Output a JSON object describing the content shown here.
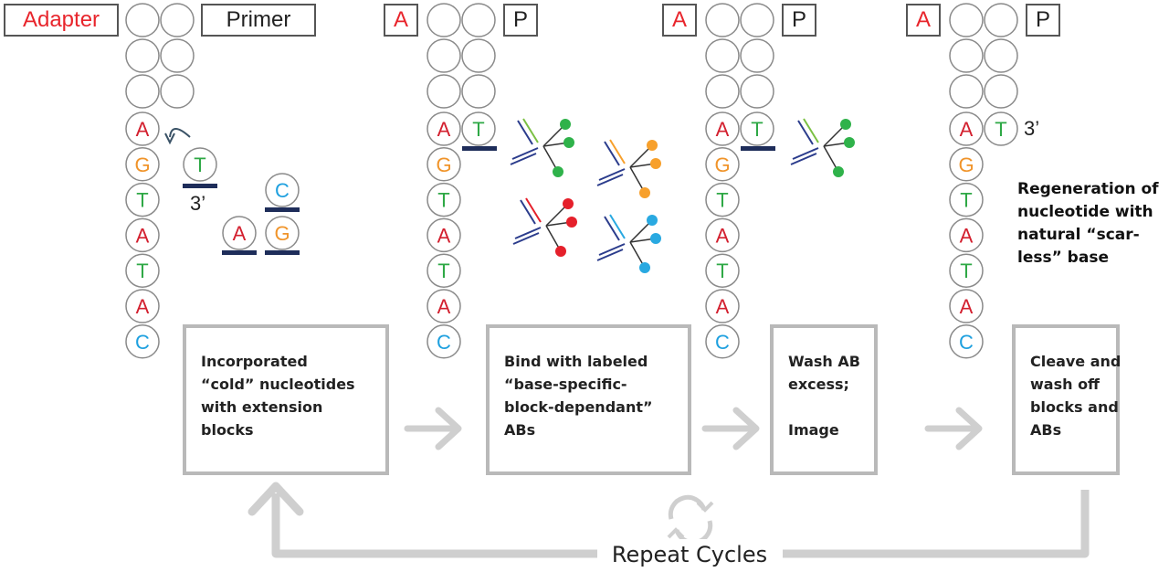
{
  "header_labels": [
    {
      "adapter": "Adapter",
      "primer": "Primer"
    },
    {
      "adapter": "A",
      "primer": "P"
    },
    {
      "adapter": "A",
      "primer": "P"
    },
    {
      "adapter": "A",
      "primer": "P"
    }
  ],
  "strand_bases": [
    "A",
    "G",
    "T",
    "A",
    "T",
    "A",
    "C"
  ],
  "free_nucleotides": [
    "T",
    "C",
    "A",
    "G"
  ],
  "incorporated_base": "T",
  "three_prime_label": "3’",
  "steps": [
    {
      "text": "Incorporated\n“cold” nucleotides\nwith extension\nblocks"
    },
    {
      "text": "Bind with labeled\n“base-specific-\nblock-dependant”\nABs"
    },
    {
      "text": "Wash AB\nexcess;\n\nImage"
    },
    {
      "text": "Cleave and\nwash off\nblocks and\nABs"
    }
  ],
  "regeneration_note": "Regeneration of\nnucleotide with\nnatural “scar-\nless” base",
  "repeat_label": "Repeat Cycles",
  "colors": {
    "A": "#d3202f",
    "G": "#f0942a",
    "T": "#2ea845",
    "C": "#1ea0df",
    "adapter": "#e8252c",
    "block": "#1e2d5a",
    "step_border": "#b9b9b9",
    "circle_border": "#8a8a8a",
    "antibody_green": "#2fb24a",
    "antibody_orange": "#f7a02c",
    "antibody_red": "#e5202b",
    "antibody_blue": "#29a9e1"
  }
}
